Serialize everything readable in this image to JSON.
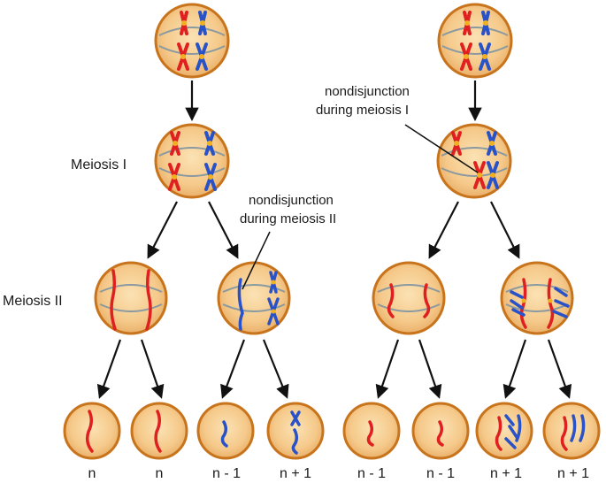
{
  "labels": {
    "meiosis_1": "Meiosis I",
    "meiosis_2": "Meiosis II",
    "nondisjunction_m2_line1": "nondisjunction",
    "nondisjunction_m2_line2": "during meiosis II",
    "nondisjunction_m1_line1": "nondisjunction",
    "nondisjunction_m1_line2": "during meiosis I"
  },
  "gametes": [
    "n",
    "n",
    "n - 1",
    "n + 1",
    "n - 1",
    "n - 1",
    "n + 1",
    "n + 1"
  ],
  "colors": {
    "cell_fill": "#f5c98a",
    "cell_stroke": "#c8741c",
    "maternal": "#e02020",
    "paternal": "#2a52c8",
    "centromere": "#f0b020",
    "spindle": "#8a9aa0",
    "arrow": "#111111"
  }
}
